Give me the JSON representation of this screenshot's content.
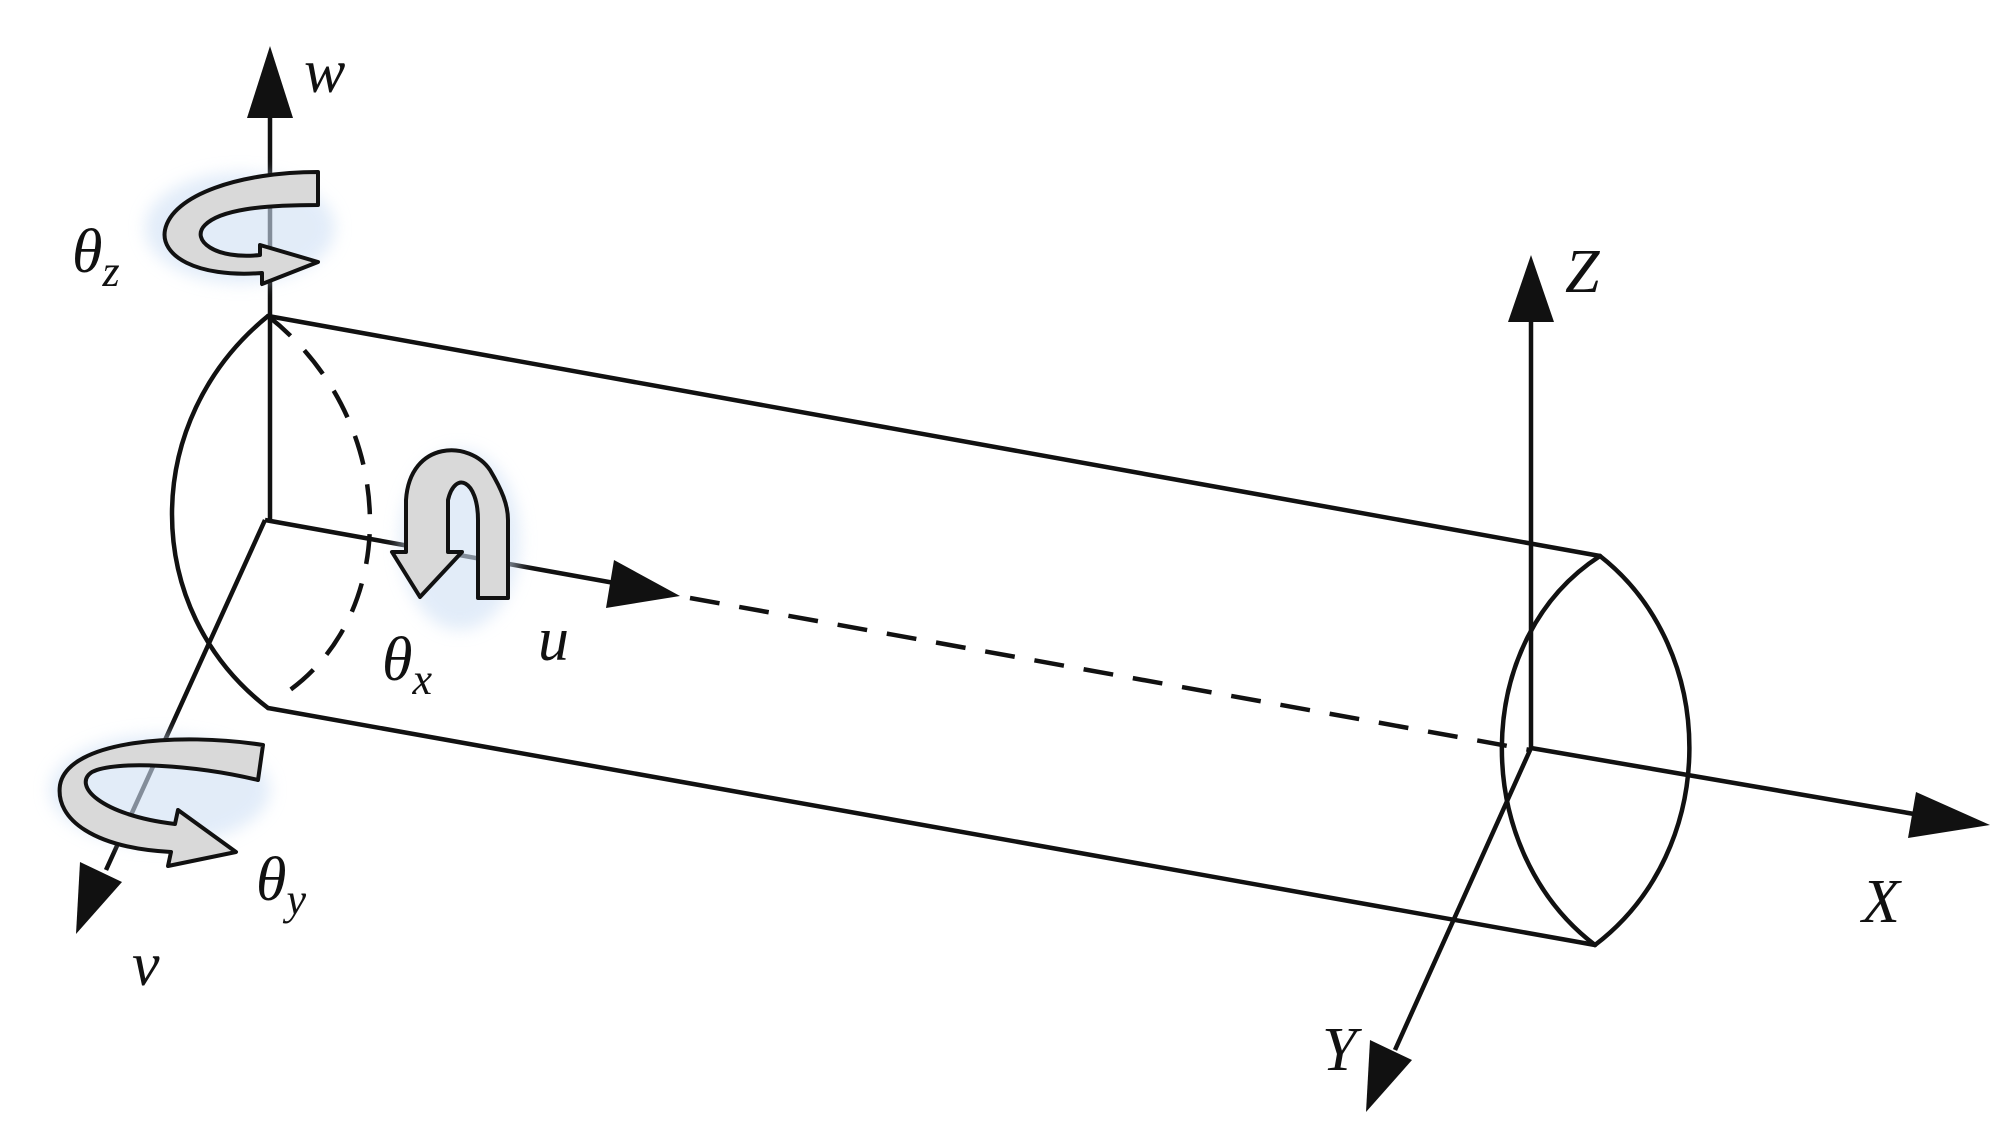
{
  "labels": {
    "w": "w",
    "u": "u",
    "v": "v",
    "X": "X",
    "Y": "Y",
    "Z": "Z",
    "theta_x": {
      "symbol": "θ",
      "subscript": "x"
    },
    "theta_y": {
      "symbol": "θ",
      "subscript": "y"
    },
    "theta_z": {
      "symbol": "θ",
      "subscript": "z"
    }
  },
  "colors": {
    "line": "#111111",
    "rotation_arrow_fill": "#d9d9d9",
    "rotation_arrow_shadow": "#cfe0f5",
    "background": "#ffffff"
  }
}
